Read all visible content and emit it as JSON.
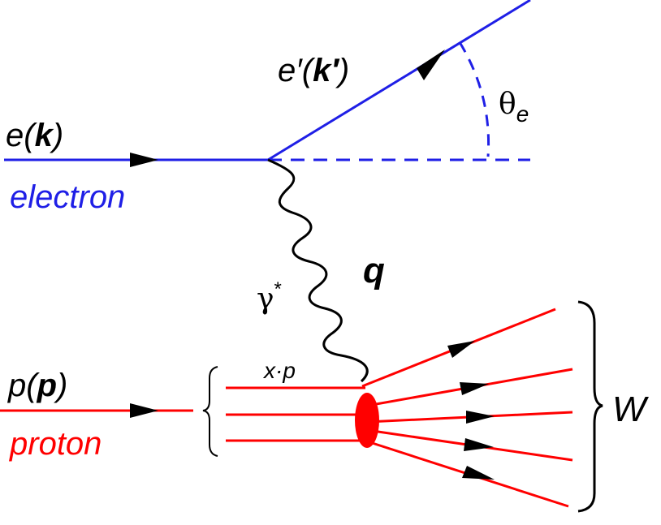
{
  "colors": {
    "electron": "#1f1fe6",
    "proton": "#ff0000",
    "photon": "#000000",
    "text": "#000000"
  },
  "labels": {
    "incoming_electron": {
      "base": "e(",
      "bold": "k",
      "close": ")"
    },
    "electron_word": "electron",
    "outgoing_electron": {
      "base": "e′(",
      "bold": "k′",
      "close": ")"
    },
    "angle": {
      "symbol": "θ",
      "sub": "e"
    },
    "photon": {
      "symbol": "γ",
      "sup": "*"
    },
    "photon_momentum": "q",
    "incoming_proton": {
      "base": "p(",
      "bold": "p",
      "close": ")"
    },
    "proton_word": "proton",
    "parton": "x·p",
    "final_state": "W"
  }
}
